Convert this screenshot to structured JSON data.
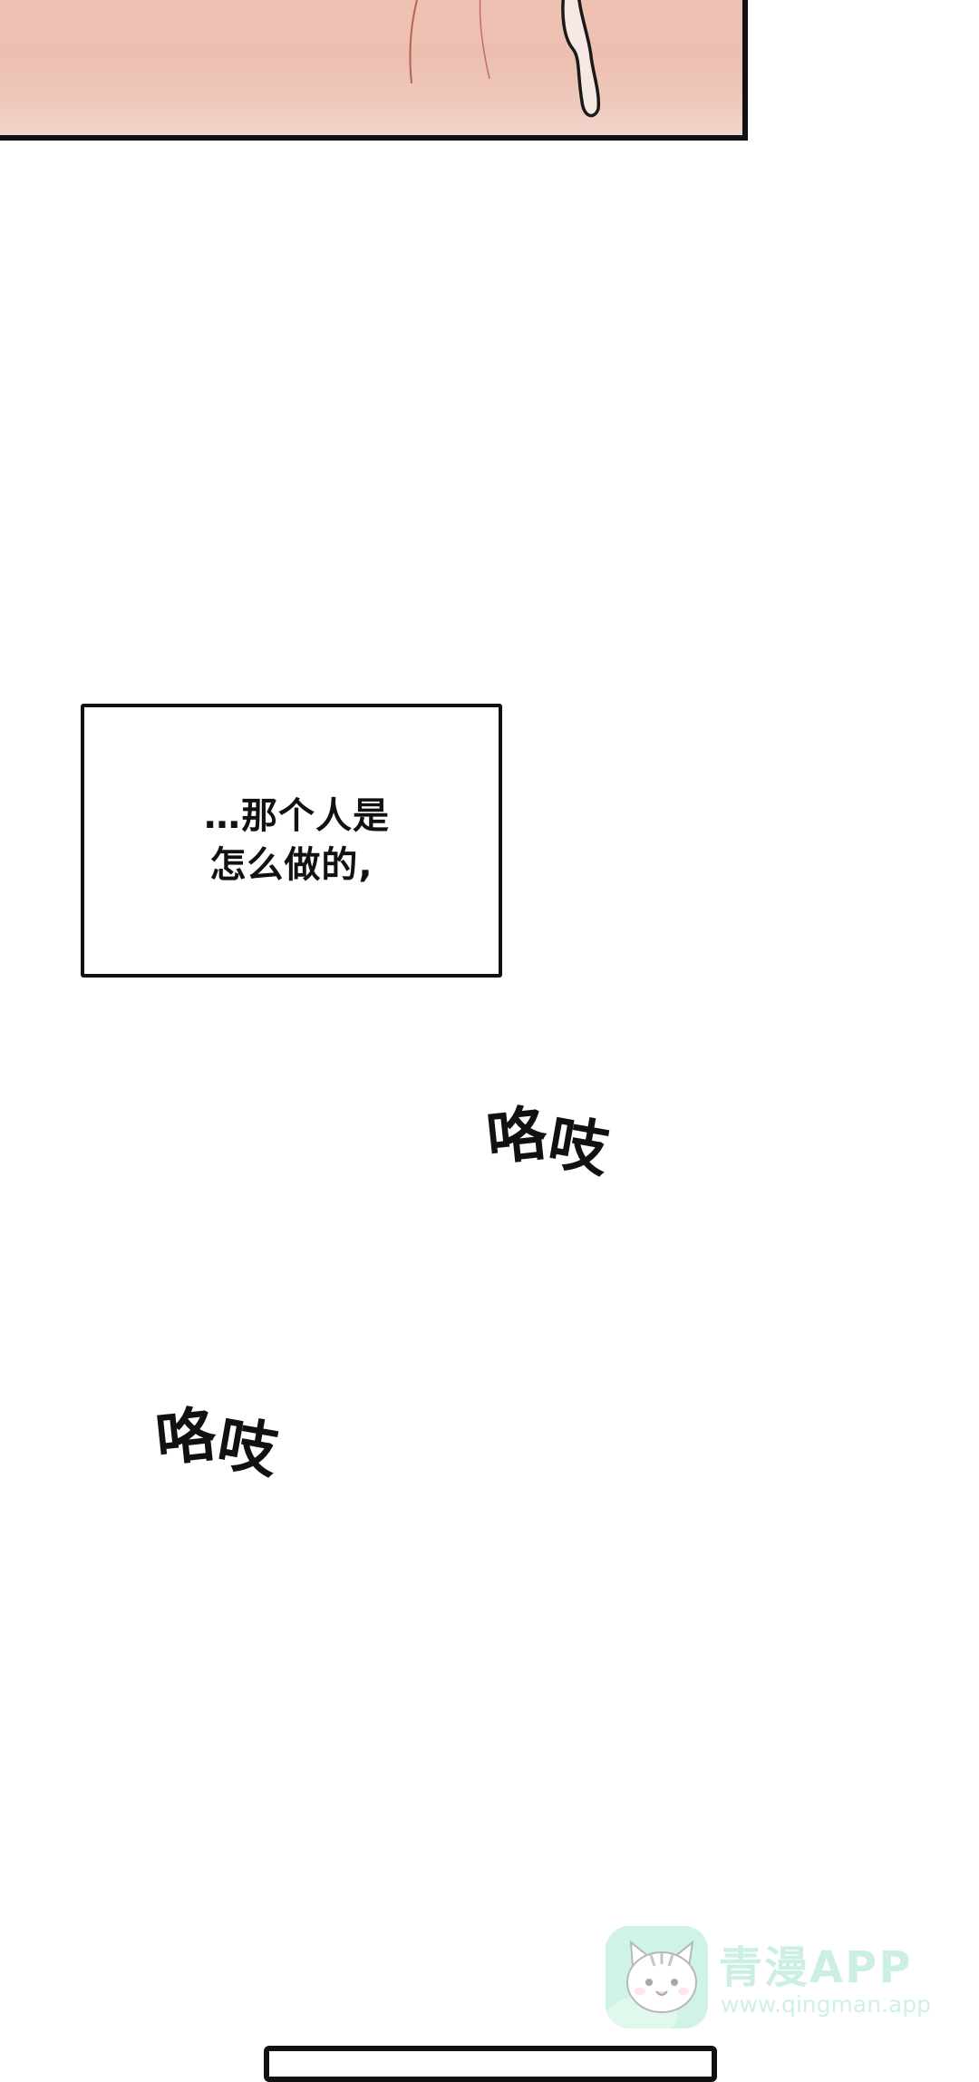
{
  "narration": {
    "lines": [
      "…那个人是",
      "怎么做的,"
    ]
  },
  "sound_effects": [
    {
      "chars": [
        "咯",
        "吱"
      ]
    },
    {
      "chars": [
        "咯",
        "吱"
      ]
    }
  ],
  "watermark": {
    "title": "青漫APP",
    "url": "www.qingman.app",
    "logo_icon": "cat-icon",
    "color": "#86ddb9"
  },
  "colors": {
    "panel_skin": "#efc2b3",
    "ink": "#111111",
    "background": "#ffffff"
  }
}
